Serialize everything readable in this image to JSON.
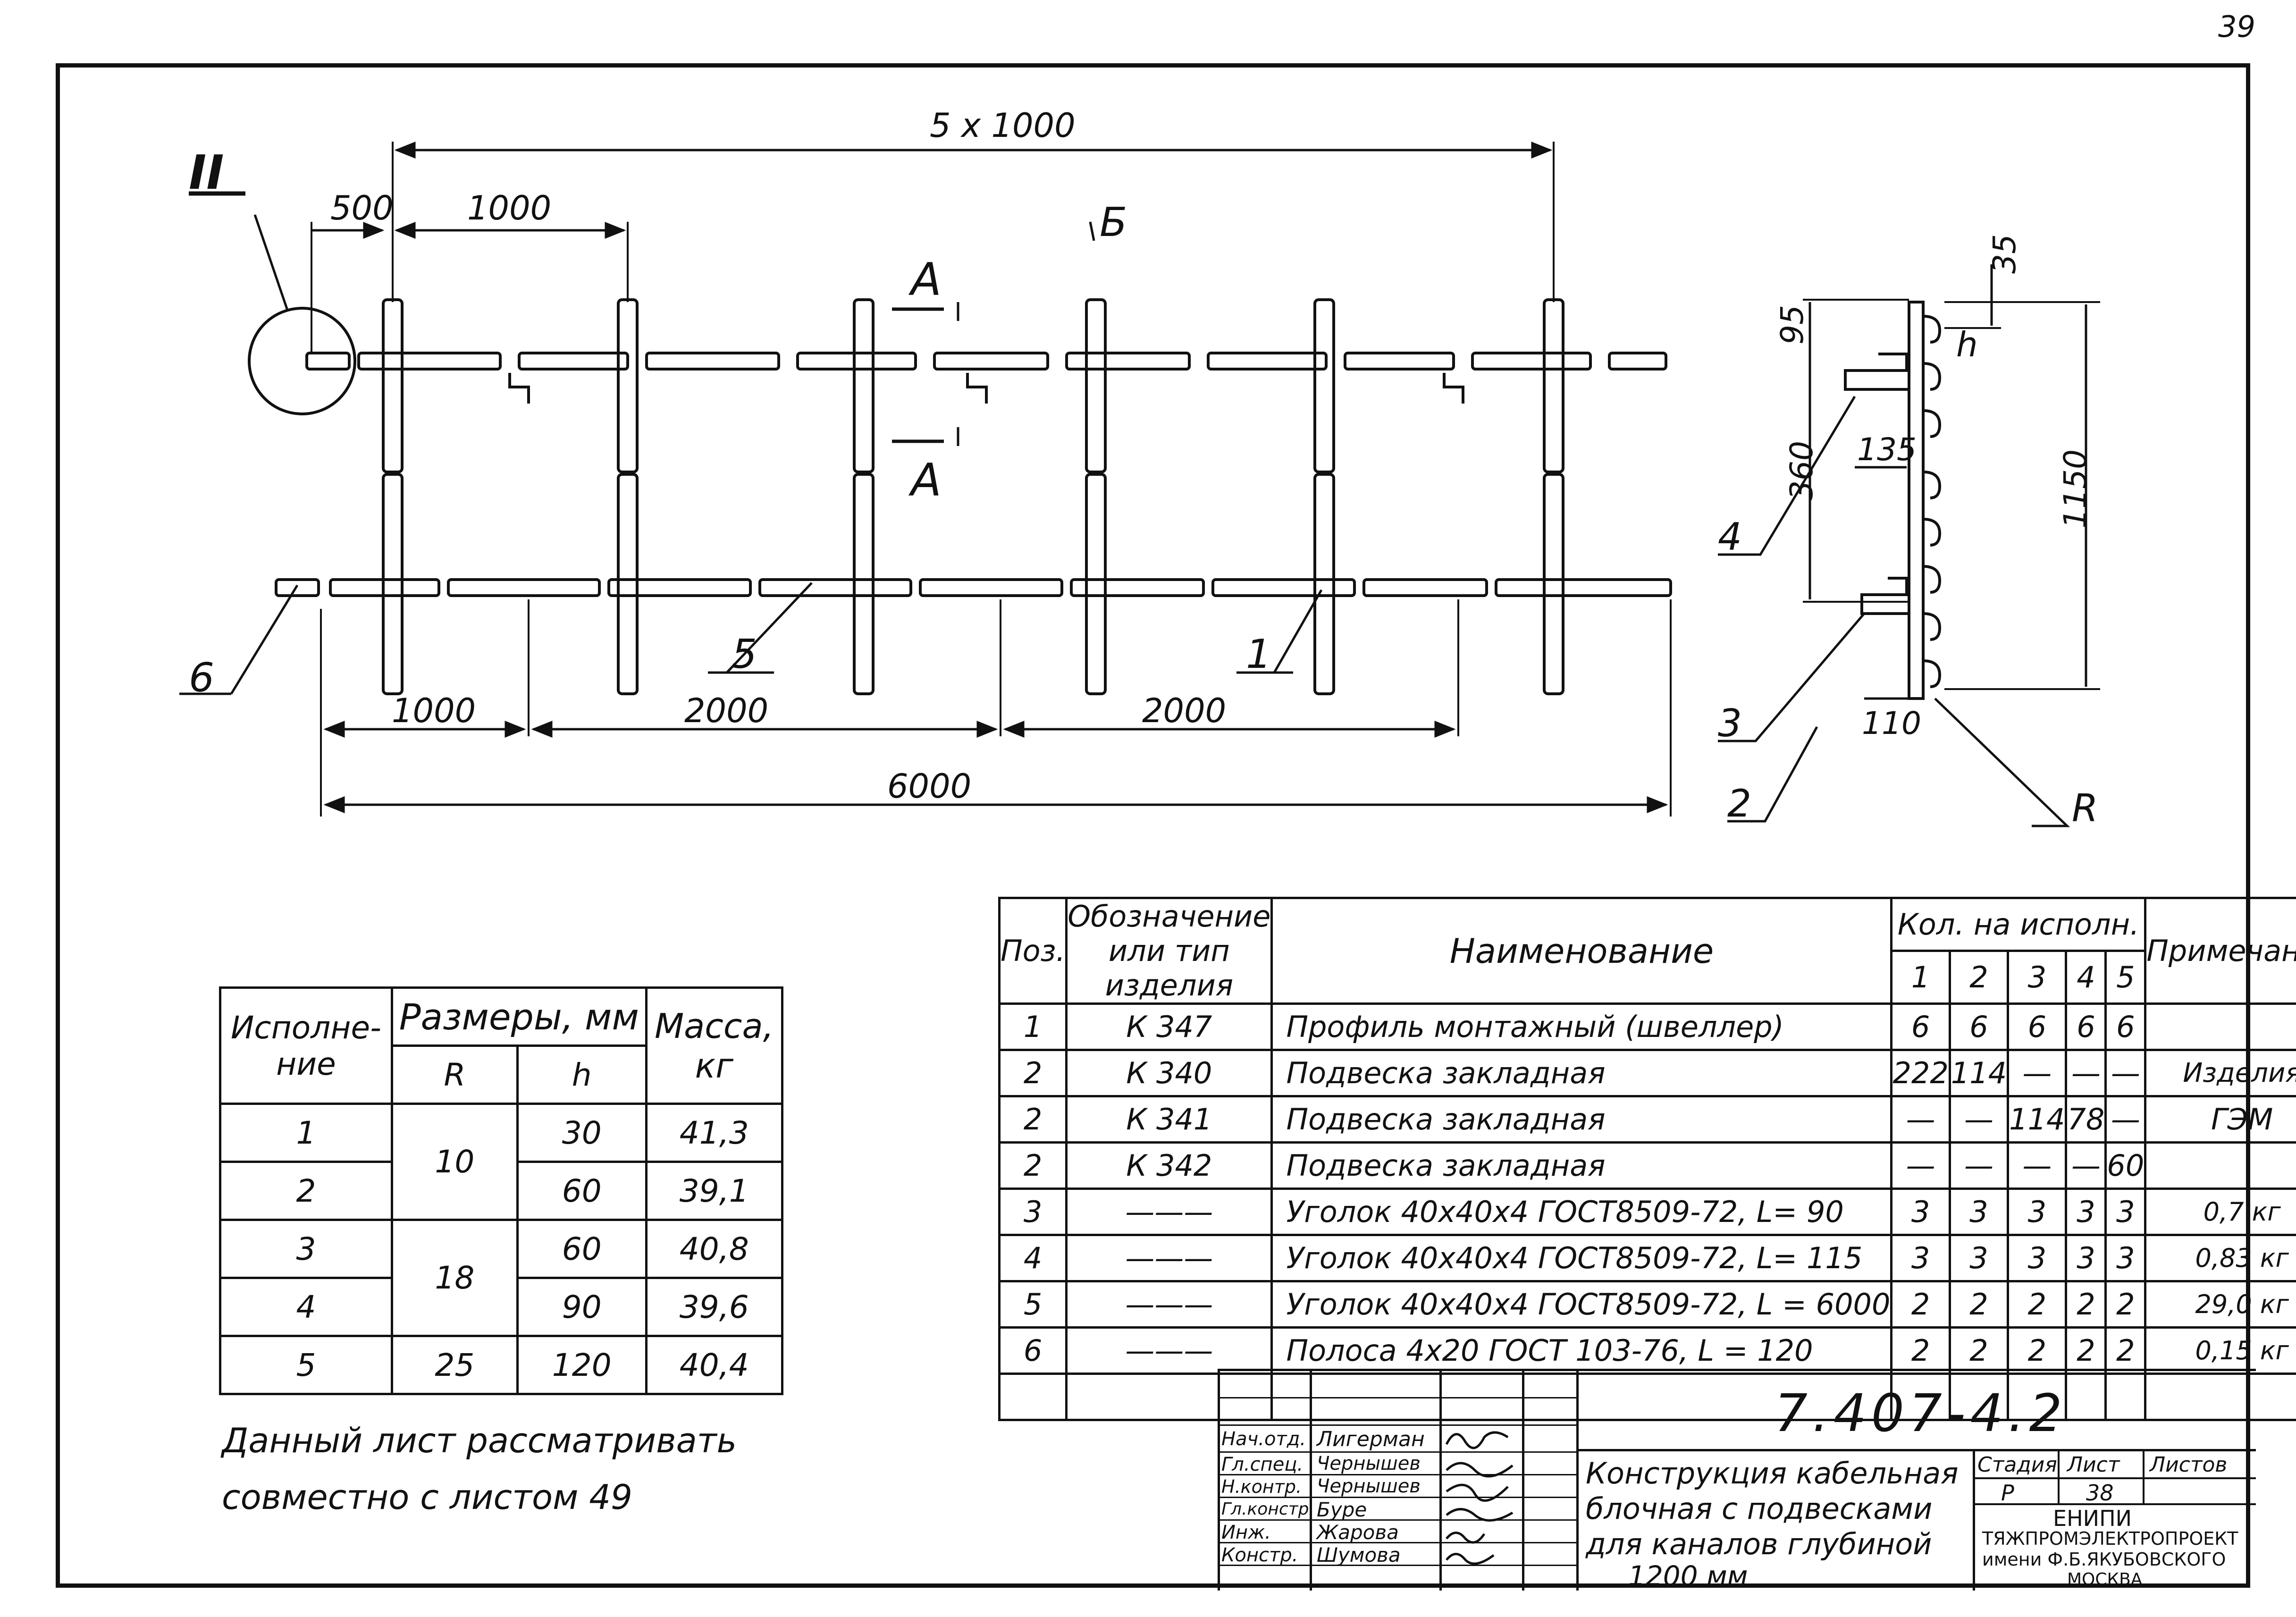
{
  "corner_page": "39",
  "drawing": {
    "view_label": "II",
    "dims_top": {
      "overall": "5 x 1000",
      "end": "500",
      "step": "1000"
    },
    "section_marks": {
      "a_top": "А",
      "a_bottom": "А",
      "b": "Б"
    },
    "dims_bottom": {
      "first": "1000",
      "mid1": "2000",
      "mid2": "2000",
      "overall": "6000"
    },
    "callouts": {
      "p6": "6",
      "p5": "5",
      "p1": "1"
    },
    "side_view": {
      "d35": "35",
      "d95": "95",
      "d360": "360",
      "d135": "135",
      "d1150": "1150",
      "d110": "110",
      "h": "h",
      "R": "R",
      "callouts": {
        "p4": "4",
        "p3": "3",
        "p2": "2"
      }
    }
  },
  "spec_table": {
    "headers": {
      "pos": "Поз.",
      "designation": "Обозначение или тип изделия",
      "name": "Наименование",
      "qty": "Кол. на исполн.",
      "note": "Примечание",
      "variants": [
        "1",
        "2",
        "3",
        "4",
        "5"
      ]
    },
    "rows": [
      {
        "pos": "1",
        "designation": "К 347",
        "name": "Профиль монтажный (швеллер)",
        "q": [
          "6",
          "6",
          "6",
          "6",
          "6"
        ],
        "note": ""
      },
      {
        "pos": "2",
        "designation": "К 340",
        "name": "Подвеска закладная",
        "q": [
          "222",
          "114",
          "—",
          "—",
          "—"
        ],
        "note": "Изделия"
      },
      {
        "pos": "2",
        "designation": "К 341",
        "name": "Подвеска закладная",
        "q": [
          "—",
          "—",
          "114",
          "78",
          "—"
        ],
        "note": "ГЭМ"
      },
      {
        "pos": "2",
        "designation": "К 342",
        "name": "Подвеска закладная",
        "q": [
          "—",
          "—",
          "—",
          "—",
          "60"
        ],
        "note": ""
      },
      {
        "pos": "3",
        "designation": "———",
        "name": "Уголок 40x40x4 ГОСТ8509-72, L= 90",
        "q": [
          "3",
          "3",
          "3",
          "3",
          "3"
        ],
        "note": "0,7 кг"
      },
      {
        "pos": "4",
        "designation": "———",
        "name": "Уголок 40x40x4 ГОСТ8509-72, L= 115",
        "q": [
          "3",
          "3",
          "3",
          "3",
          "3"
        ],
        "note": "0,83 кг"
      },
      {
        "pos": "5",
        "designation": "———",
        "name": "Уголок 40x40x4 ГОСТ8509-72, L = 6000",
        "q": [
          "2",
          "2",
          "2",
          "2",
          "2"
        ],
        "note": "29,0 кг"
      },
      {
        "pos": "6",
        "designation": "———",
        "name": "Полоса 4x20 ГОСТ 103-76, L = 120",
        "q": [
          "2",
          "2",
          "2",
          "2",
          "2"
        ],
        "note": "0,15 кг"
      }
    ]
  },
  "variant_table": {
    "headers": {
      "variant": "Исполне-ние",
      "dims": "Размеры, мм",
      "R": "R",
      "h": "h",
      "mass": "Масса, кг"
    },
    "rows": [
      {
        "variant": "1",
        "R": "10",
        "h": "30",
        "mass": "41,3"
      },
      {
        "variant": "2",
        "R": "",
        "h": "60",
        "mass": "39,1"
      },
      {
        "variant": "3",
        "R": "18",
        "h": "60",
        "mass": "40,8"
      },
      {
        "variant": "4",
        "R": "",
        "h": "90",
        "mass": "39,6"
      },
      {
        "variant": "5",
        "R": "25",
        "h": "120",
        "mass": "40,4"
      }
    ]
  },
  "note": {
    "line1": "Данный лист рассматривать",
    "line2": "совместно с листом 49"
  },
  "title_block": {
    "doc_code": "7.407-4.2",
    "roles": [
      {
        "role": "Нач.отд.",
        "name": "Лигерман"
      },
      {
        "role": "Гл.спец.",
        "name": "Чернышев"
      },
      {
        "role": "Н.контр.",
        "name": "Чернышев"
      },
      {
        "role": "Гл.констр.",
        "name": "Буре"
      },
      {
        "role": "Инж.",
        "name": "Жарова"
      },
      {
        "role": "Констр.",
        "name": "Шумова"
      }
    ],
    "title": [
      "Конструкция кабельная",
      "блочная с подвесками",
      "для каналов глубиной",
      "1200 мм"
    ],
    "stage_label": "Стадия",
    "sheet_label": "Лист",
    "sheets_label": "Листов",
    "stage": "Р",
    "sheet": "38",
    "org": [
      "ЕНИПИ",
      "ТЯЖПРОМЭЛЕКТРОПРОЕКТ",
      "имени Ф.Б.ЯКУБОВСКОГО",
      "МОСКВА"
    ]
  }
}
